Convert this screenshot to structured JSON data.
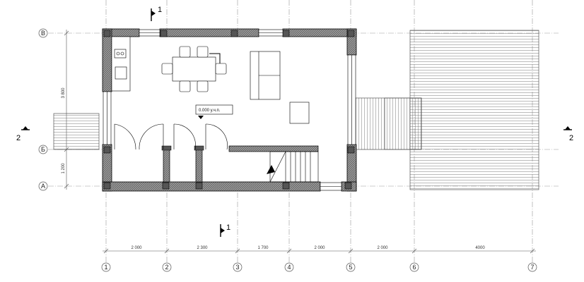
{
  "level_mark": "0.000 у.ч.п.",
  "section_marks": {
    "horizontal": "1",
    "vertical": "2"
  },
  "axes_vertical": [
    "1",
    "2",
    "3",
    "4",
    "5",
    "6",
    "7"
  ],
  "axes_horizontal": [
    "В",
    "Б",
    "А"
  ],
  "dimensions_bottom": [
    "2 000",
    "2 300",
    "1 700",
    "2 000",
    "2 000",
    "4000"
  ],
  "dimensions_left": [
    "3 800",
    "1 200"
  ],
  "colors": {
    "line": "#000000",
    "wall_fill": "#9a9a9a",
    "axis": "#888888"
  }
}
